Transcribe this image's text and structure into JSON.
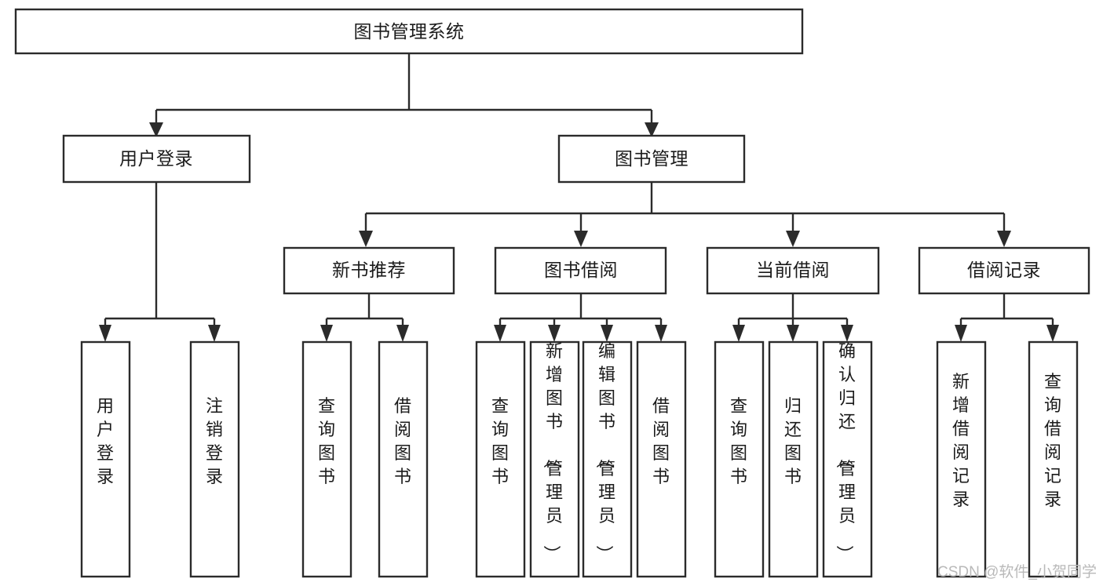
{
  "diagram": {
    "title": "图书管理系统",
    "type": "hierarchy-tree",
    "root": {
      "label": "图书管理系统"
    },
    "level2": [
      {
        "label": "用户登录"
      },
      {
        "label": "图书管理"
      }
    ],
    "level3": [
      {
        "label": "新书推荐",
        "parent": "图书管理"
      },
      {
        "label": "图书借阅",
        "parent": "图书管理"
      },
      {
        "label": "当前借阅",
        "parent": "图书管理"
      },
      {
        "label": "借阅记录",
        "parent": "图书管理"
      }
    ],
    "leaves": {
      "user_login": [
        {
          "label": "用户登录"
        },
        {
          "label": "注销登录"
        }
      ],
      "new_book_recommend": [
        {
          "label": "查询图书"
        },
        {
          "label": "借阅图书"
        }
      ],
      "book_borrow": [
        {
          "label": "查询图书"
        },
        {
          "label": "新增图书（管理员）"
        },
        {
          "label": "编辑图书（管理员）"
        },
        {
          "label": "借阅图书"
        }
      ],
      "current_borrow": [
        {
          "label": "查询图书"
        },
        {
          "label": "归还图书"
        },
        {
          "label": "确认归还（管理员）"
        }
      ],
      "borrow_record": [
        {
          "label": "新增借阅记录"
        },
        {
          "label": "查询借阅记录"
        }
      ]
    },
    "colors": {
      "box_stroke": "#2b2b2b",
      "box_fill": "#ffffff",
      "text": "#1b1b1b",
      "background": "#ffffff",
      "watermark": "#b9b9b9"
    }
  },
  "watermark": {
    "text": "CSDN @软件_小贺同学"
  }
}
